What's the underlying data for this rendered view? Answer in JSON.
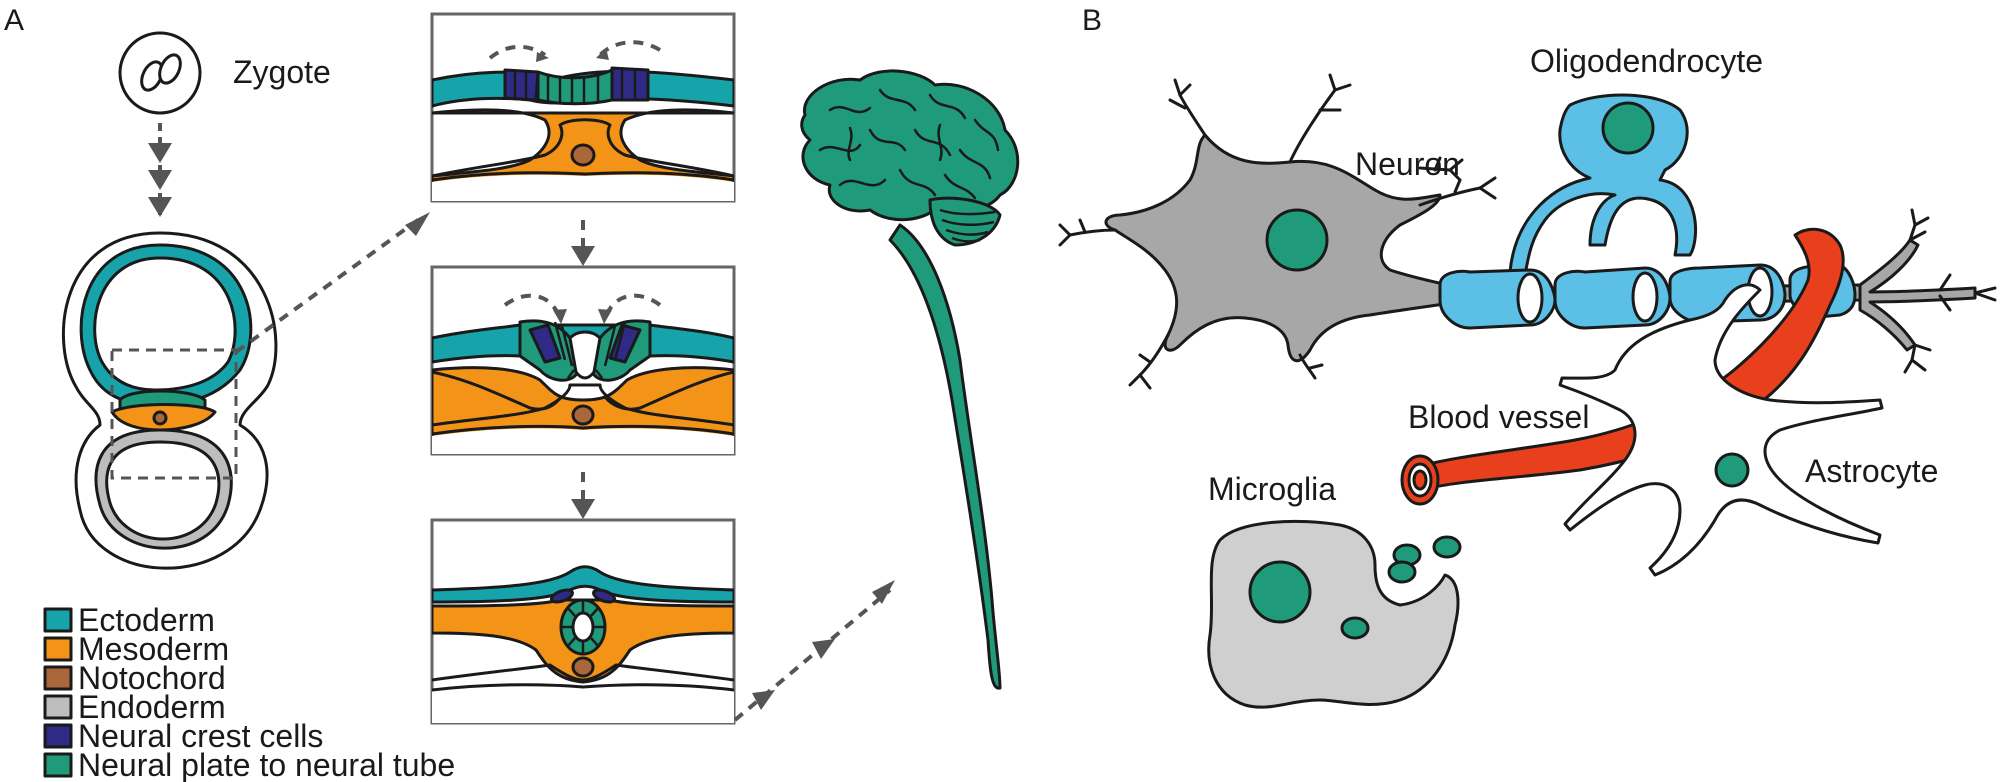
{
  "panels": {
    "a": "A",
    "b": "B"
  },
  "panel_a": {
    "zygote": "Zygote",
    "legend": [
      {
        "label": "Ectoderm",
        "color": "#16a3a9"
      },
      {
        "label": "Mesoderm",
        "color": "#f39418"
      },
      {
        "label": "Notochord",
        "color": "#a9673a"
      },
      {
        "label": "Endoderm",
        "color": "#bdbdbd"
      },
      {
        "label": "Neural crest cells",
        "color": "#2e2a86"
      },
      {
        "label": "Neural plate to neural tube",
        "color": "#1f9b7c"
      }
    ]
  },
  "panel_b": {
    "neuron": "Neuron",
    "oligodendrocyte": "Oligodendrocyte",
    "blood_vessel": "Blood vessel",
    "microglia": "Microglia",
    "astrocyte": "Astrocyte"
  },
  "colors": {
    "ectoderm": "#16a3a9",
    "mesoderm": "#f39418",
    "notochord": "#a9673a",
    "endoderm": "#bdbdbd",
    "neural_crest": "#2e2a86",
    "neural_plate": "#1f9b7c",
    "neuron_body": "#a7a7a7",
    "oligodendrocyte": "#5bbfe6",
    "blood_vessel": "#e8401c",
    "microglia": "#cfcfcf",
    "arrow": "#555555"
  }
}
